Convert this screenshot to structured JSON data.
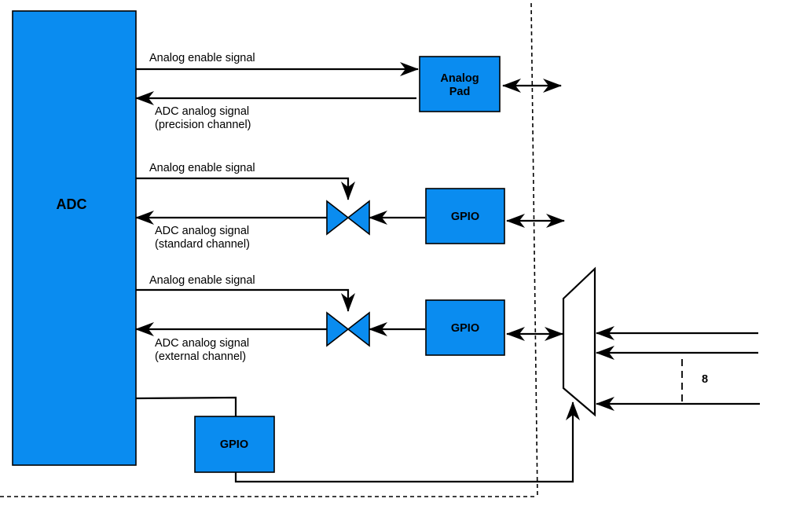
{
  "adc": {
    "label": "ADC"
  },
  "analog_pad": {
    "label_line1": "Analog",
    "label_line2": "Pad"
  },
  "gpio_1": {
    "label": "GPIO"
  },
  "gpio_2": {
    "label": "GPIO"
  },
  "gpio_3": {
    "label": "GPIO"
  },
  "channel_1": {
    "enable_label": "Analog enable signal",
    "signal_label_line1": "ADC analog signal",
    "signal_label_line2": "(precision channel)"
  },
  "channel_2": {
    "enable_label": "Analog enable signal",
    "signal_label_line1": "ADC analog signal",
    "signal_label_line2": "(standard channel)"
  },
  "channel_3": {
    "enable_label": "Analog enable signal",
    "signal_label_line1": "ADC analog signal",
    "signal_label_line2": "(external channel)"
  },
  "bus_width_label": "8",
  "colors": {
    "block_fill": "#0a8cf0",
    "stroke": "#000000"
  }
}
